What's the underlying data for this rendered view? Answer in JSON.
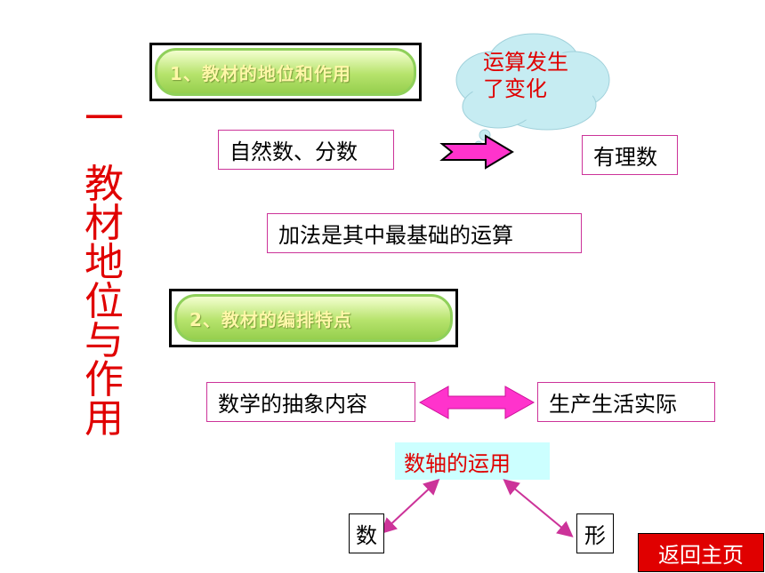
{
  "vertical_title": [
    "一",
    "教",
    "材",
    "地",
    "位",
    "与",
    "作",
    "用"
  ],
  "heading1": "1、教材的地位和作用",
  "heading2": "2、教材的编排特点",
  "cloud_text_line1": "运算发生",
  "cloud_text_line2": "了变化",
  "box_natural": "自然数、分数",
  "box_rational": "有理数",
  "box_addition": "加法是其中最基础的运算",
  "box_abstract": "数学的抽象内容",
  "box_practice": "生产生活实际",
  "number_line": "数轴的运用",
  "box_number": "数",
  "box_shape": "形",
  "home_button": "返回主页",
  "colors": {
    "title_red": "#e00000",
    "box_border": "#cc3399",
    "arrow_magenta": "#ff33cc",
    "cloud": "#c6ecf2",
    "pill_green": "#b6e36c",
    "cyan": "#ccffff"
  }
}
